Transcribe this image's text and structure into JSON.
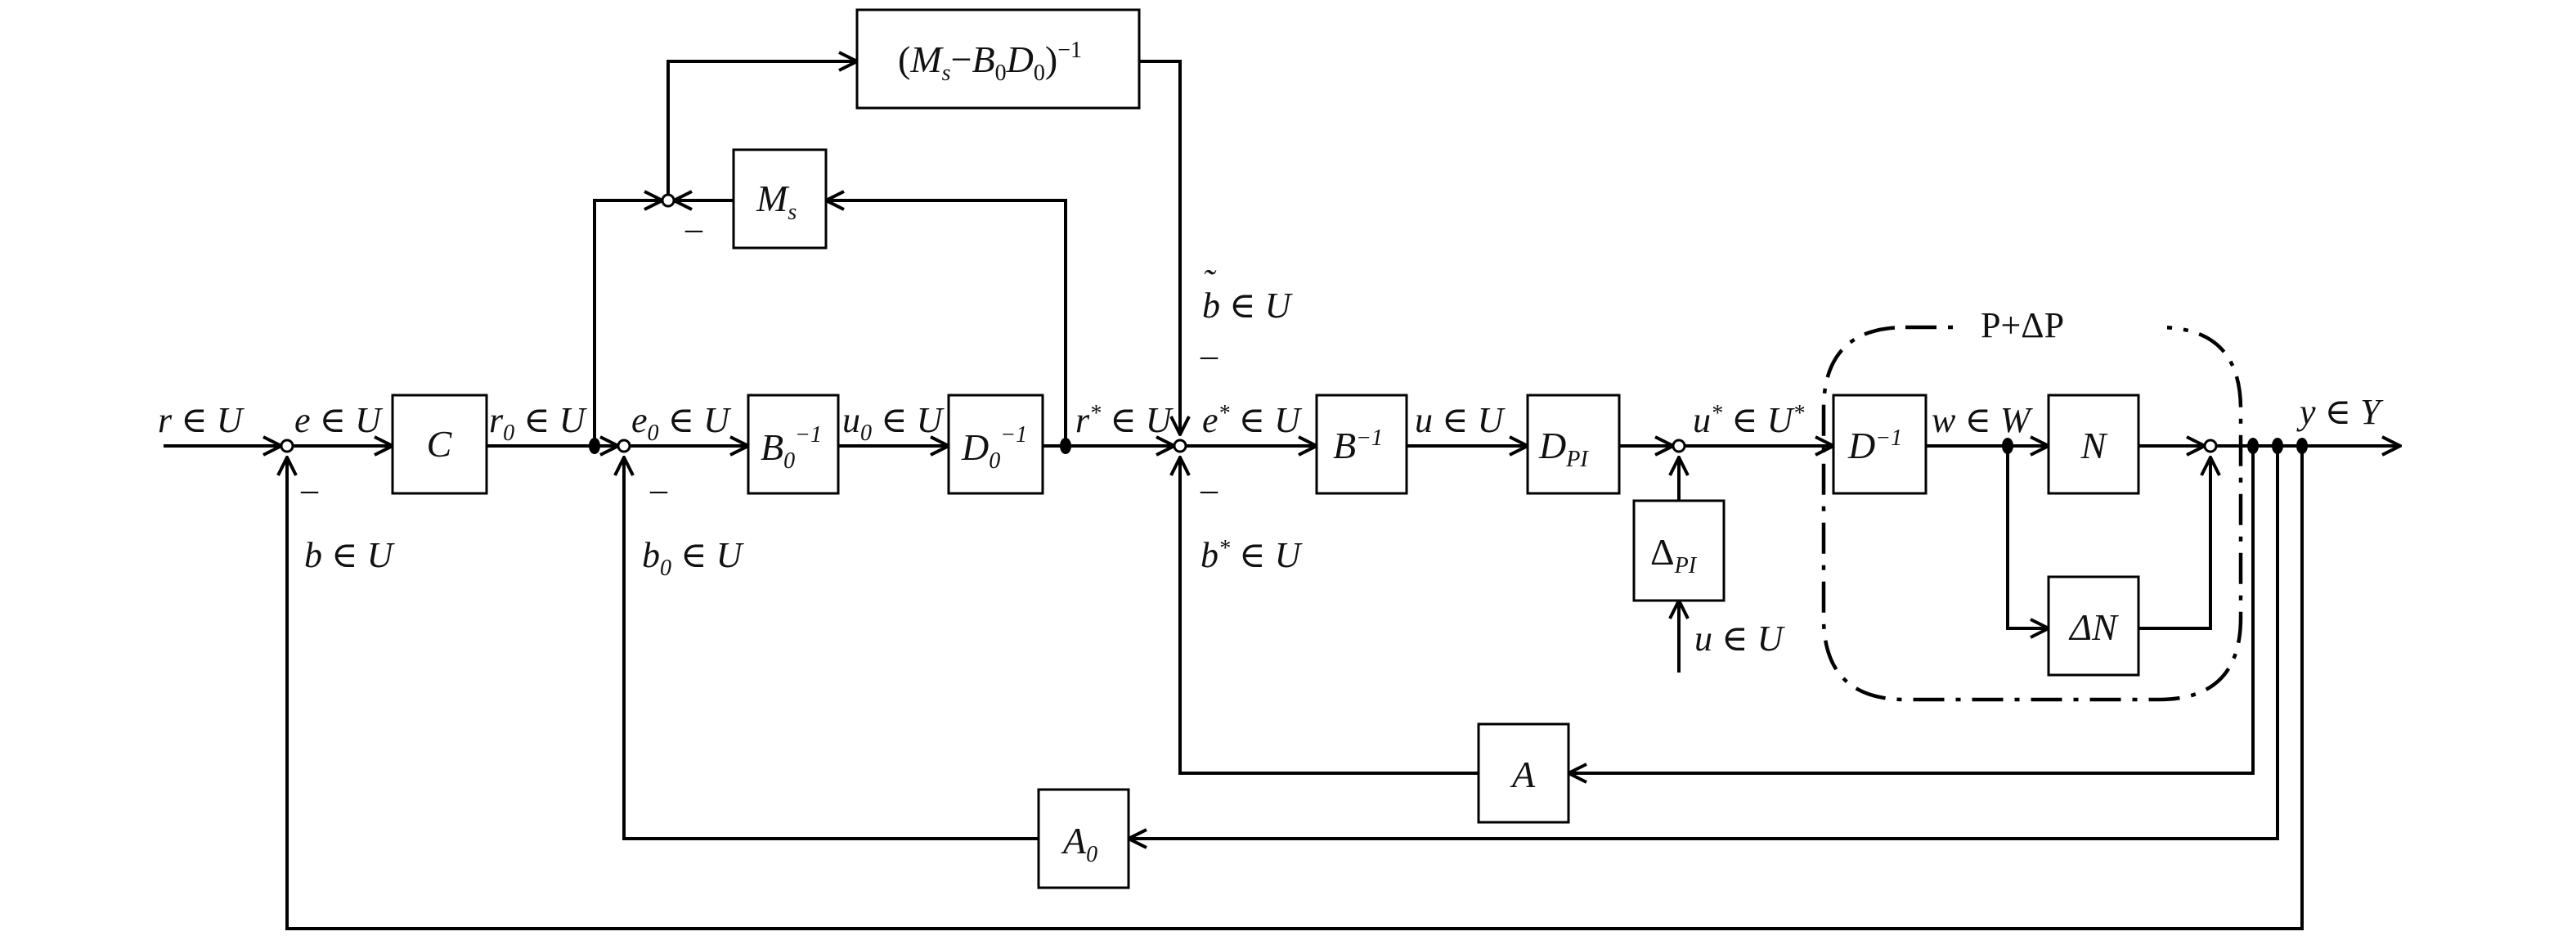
{
  "blocks": {
    "C": "C",
    "B0inv": {
      "main": "B",
      "sub": "0",
      "sup": "−1"
    },
    "D0inv": {
      "main": "D",
      "sub": "0",
      "sup": "−1"
    },
    "Binv": {
      "main": "B",
      "sup": "−1"
    },
    "DPI": {
      "main": "D",
      "sub": "PI"
    },
    "DeltaPI": {
      "main": "Δ",
      "sub": "PI"
    },
    "Dinv": {
      "main": "D",
      "sup": "−1"
    },
    "N": "N",
    "DeltaN": "ΔN",
    "A": "A",
    "A0": {
      "main": "A",
      "sub": "0"
    },
    "Ms": {
      "main": "M",
      "sub": "s"
    },
    "MsB0D0inv": {
      "open": "(",
      "m": "M",
      "ms": "s",
      "dash": "−",
      "b": "B",
      "bs": "0",
      "d": "D",
      "ds": "0",
      "close": ")",
      "sup": "−1"
    }
  },
  "signals": {
    "r": "r ∈ U",
    "e": "e ∈ U",
    "r0": {
      "main": "r",
      "sub": "0",
      "rest": " ∈ U"
    },
    "e0": {
      "main": "e",
      "sub": "0",
      "rest": " ∈ U"
    },
    "u0": {
      "main": "u",
      "sub": "0",
      "rest": " ∈ U"
    },
    "rstar": {
      "main": "r",
      "sup": "*",
      "rest": " ∈ U"
    },
    "estar": {
      "main": "e",
      "sup": "*",
      "rest": " ∈ U"
    },
    "u": "u ∈ U",
    "ustar": {
      "main": "u",
      "sup": "*",
      "rest": " ∈ U",
      "sup2": "*"
    },
    "w": "w ∈ W",
    "y": "y ∈ Y",
    "b": "b ∈ U",
    "b0": {
      "main": "b",
      "sub": "0",
      "rest": " ∈ U"
    },
    "bstar": {
      "main": "b",
      "sup": "*",
      "rest": " ∈ U"
    },
    "btilde": {
      "tilde": "˜",
      "main": "b",
      "rest": " ∈ U"
    },
    "u_in": "u  ∈ U"
  },
  "plant_label": "P+ΔP",
  "minus_sign": "–"
}
